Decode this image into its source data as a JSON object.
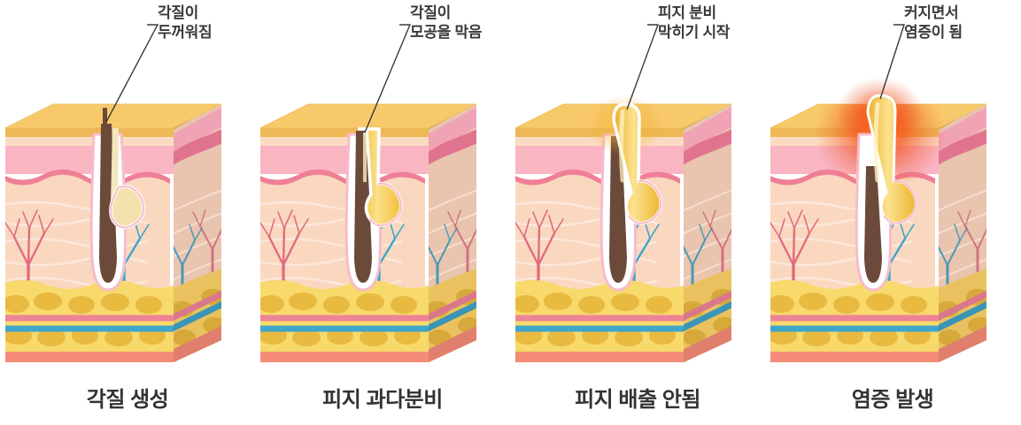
{
  "diagram": {
    "title_visible": false,
    "panel_count": 4,
    "colors": {
      "epidermis_top": "#f8c96b",
      "epidermis_top_side": "#e8b257",
      "epidermis_band": "#f7d9a4",
      "stratum_light": "#fbd9c4",
      "dermis_pink": "#f7b5c0",
      "dermis_pink_edge": "#ef7f97",
      "dermis_body": "#fad8c0",
      "fat_layer": "#f7d96a",
      "fat_lobule": "#e8b93f",
      "muscle": "#f58c78",
      "artery": "#e8697e",
      "vein": "#3fa5c9",
      "hair": "#6b4a3a",
      "sheath": "#ffffff",
      "sebum": "#f5c842",
      "sebum_light": "#fbe08a",
      "gland_normal": "#f3e2ad",
      "inflammation": "#f0431a",
      "text": "#3a3a3a",
      "caption_text": "#333333",
      "leader_line": "#3a3a3a"
    },
    "panels": [
      {
        "index": 1,
        "id": "panel-keratin-formation",
        "callout": "각질이\n두꺼워짐",
        "caption": "각질 생성",
        "state": "normal",
        "sebum_level": "none",
        "inflammation": false
      },
      {
        "index": 2,
        "id": "panel-excess-sebum",
        "callout": "각질이\n모공을 막음",
        "caption": "피지 과다분비",
        "state": "sebum-filled",
        "sebum_level": "channel",
        "inflammation": false
      },
      {
        "index": 3,
        "id": "panel-blocked-sebum",
        "callout": "피지 분비\n막히기 시작",
        "caption": "피지 배출 안됨",
        "state": "plug-bulging",
        "sebum_level": "protruding",
        "inflammation": false
      },
      {
        "index": 4,
        "id": "panel-inflammation",
        "callout": "커지면서\n염증이 됨",
        "caption": "염증 발생",
        "state": "inflamed",
        "sebum_level": "protruding",
        "inflammation": true
      }
    ]
  }
}
